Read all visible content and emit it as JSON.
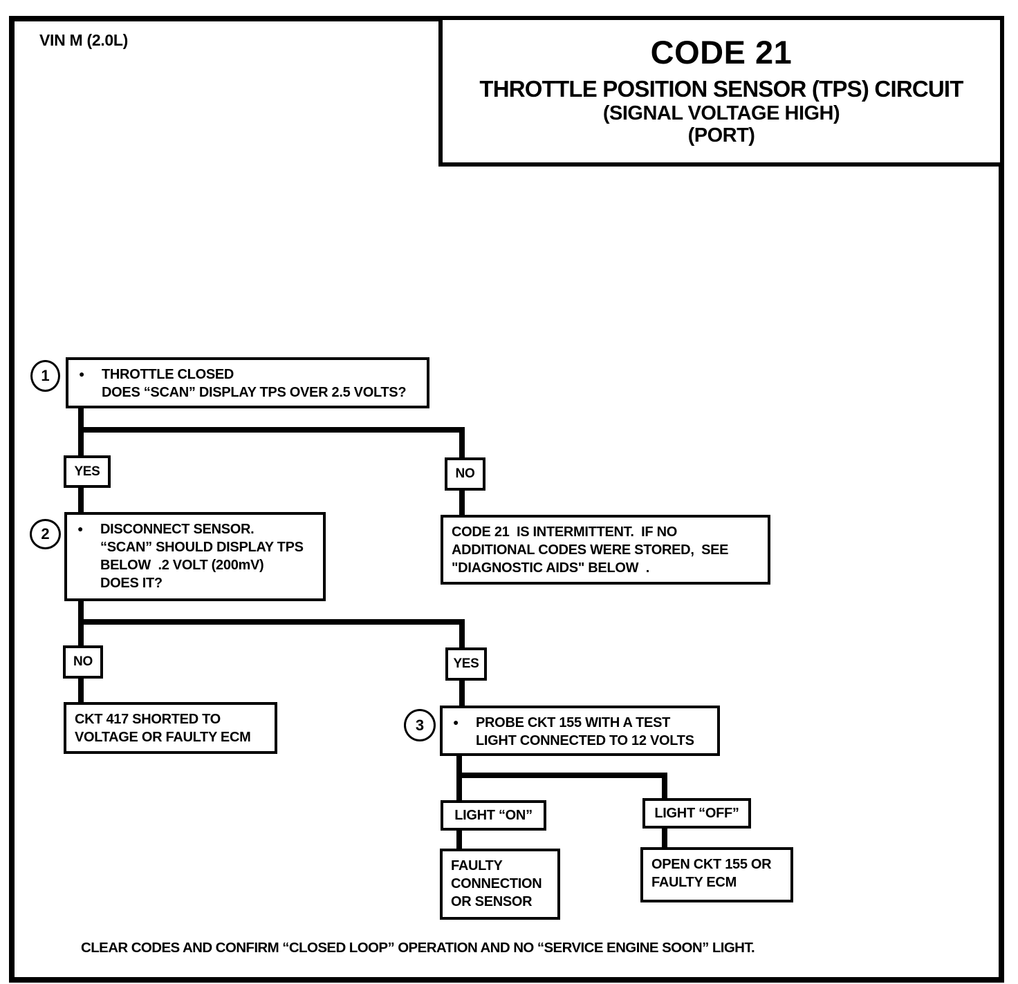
{
  "page": {
    "vin_label": "VIN M (2.0L)",
    "title": {
      "code": "CODE 21",
      "subtitle": "THROTTLE POSITION SENSOR (TPS) CIRCUIT",
      "detail1": "(SIGNAL VOLTAGE HIGH)",
      "detail2": "(PORT)"
    },
    "footer": "CLEAR CODES AND CONFIRM “CLOSED LOOP” OPERATION AND NO “SERVICE ENGINE SOON” LIGHT."
  },
  "icons": {
    "bullet": "●"
  },
  "flowchart": {
    "step1": {
      "number": "1",
      "line1": "THROTTLE CLOSED",
      "line2": "DOES “SCAN” DISPLAY TPS OVER 2.5 VOLTS?"
    },
    "branch1_yes": "YES",
    "branch1_no": "NO",
    "step2": {
      "number": "2",
      "line1": "DISCONNECT SENSOR.",
      "line2": "“SCAN” SHOULD DISPLAY TPS",
      "line3": "BELOW  .2 VOLT (200mV)",
      "line4": "DOES IT?"
    },
    "intermittent": {
      "line1": "CODE 21  IS INTERMITTENT.  IF NO",
      "line2": "ADDITIONAL CODES WERE STORED,  SEE",
      "line3": "\"DIAGNOSTIC AIDS\" BELOW  ."
    },
    "branch2_no": "NO",
    "branch2_yes": "YES",
    "ckt417": {
      "line1": "CKT 417 SHORTED TO",
      "line2": "VOLTAGE OR FAULTY ECM"
    },
    "step3": {
      "number": "3",
      "line1": "PROBE CKT 155 WITH A TEST",
      "line2": "LIGHT CONNECTED TO 12 VOLTS"
    },
    "light_on": "LIGHT “ON”",
    "light_off": "LIGHT “OFF”",
    "faulty_connection": {
      "line1": "FAULTY",
      "line2": "CONNECTION",
      "line3": "OR SENSOR"
    },
    "open_ckt": {
      "line1": "OPEN CKT 155 OR",
      "line2": "FAULTY ECM"
    }
  }
}
